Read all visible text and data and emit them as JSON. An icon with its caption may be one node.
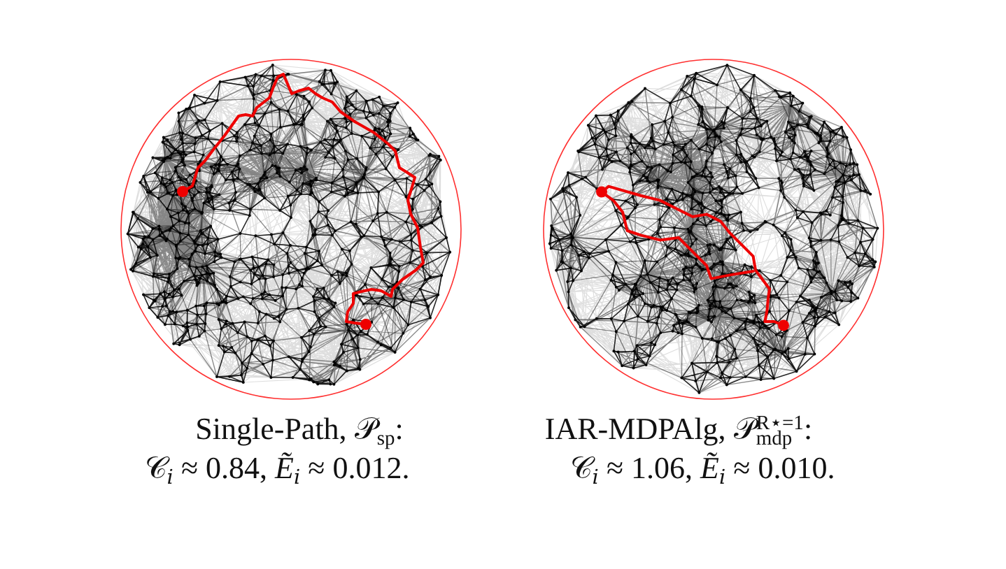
{
  "diagram": {
    "labels": [
      "Single-Path, 𝒫$_{sp}$:",
      "𝒞$_{𝑖}$ ≈ 0.84, *Ẽ*$_{𝑖}$ ≈ 0.012.",
      "IAR-MDPAlg, 𝒫$_{mdp}$$^{R⋆=1}$:",
      "𝒞$_{𝑖}$ ≈ 1.06, *Ẽ*$_{𝑖}$ ≈ 0.010."
    ]
  }
}
